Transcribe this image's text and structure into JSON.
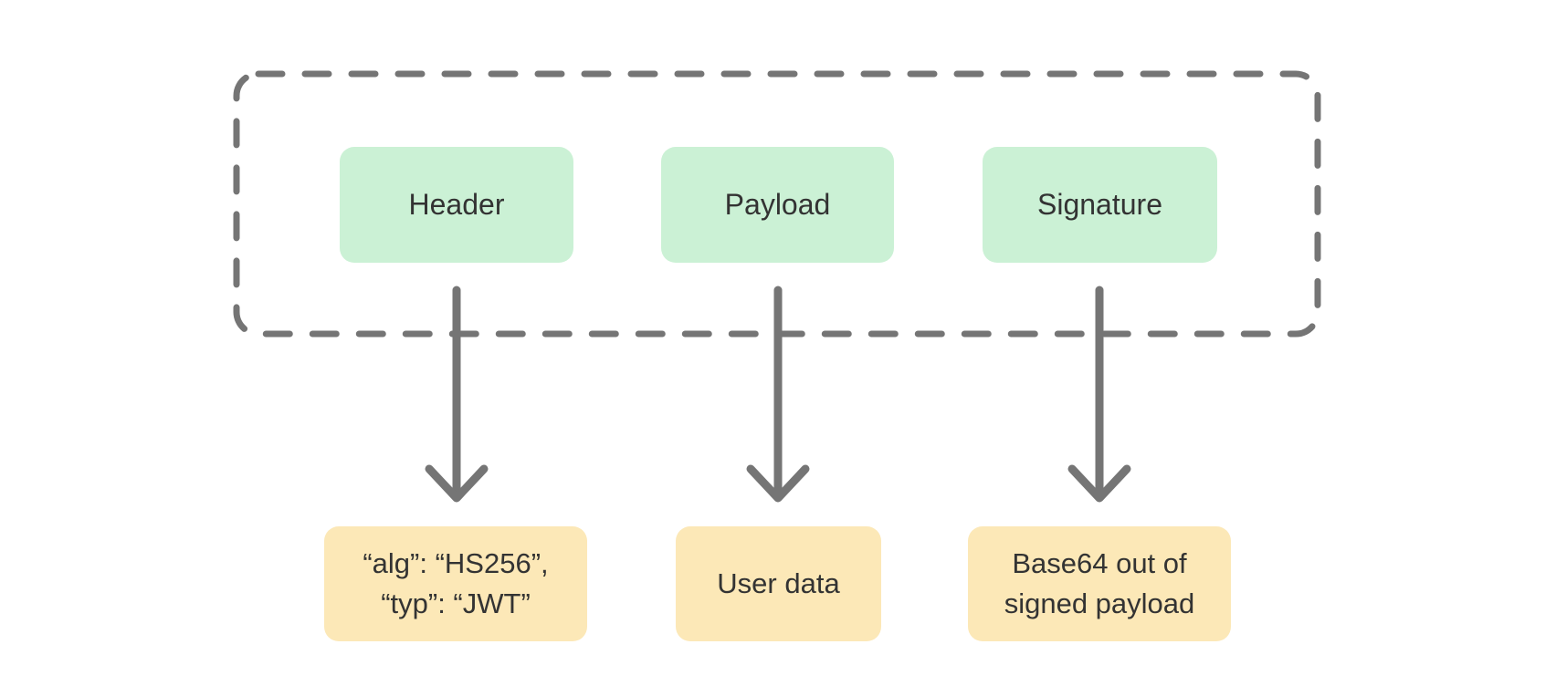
{
  "diagram": {
    "background_color": "#ffffff",
    "outline_color": "#757575",
    "arrow_color": "#757575",
    "part_box_color": "#cbf1d5",
    "detail_box_color": "#fce8b7",
    "text_color": "#333333",
    "parts": [
      {
        "label": "Header",
        "detail_lines": [
          "“alg”: “HS256”,",
          "“typ”: “JWT”"
        ]
      },
      {
        "label": "Payload",
        "detail_lines": [
          "User data"
        ]
      },
      {
        "label": "Signature",
        "detail_lines": [
          "Base64 out of",
          "signed payload"
        ]
      }
    ]
  }
}
